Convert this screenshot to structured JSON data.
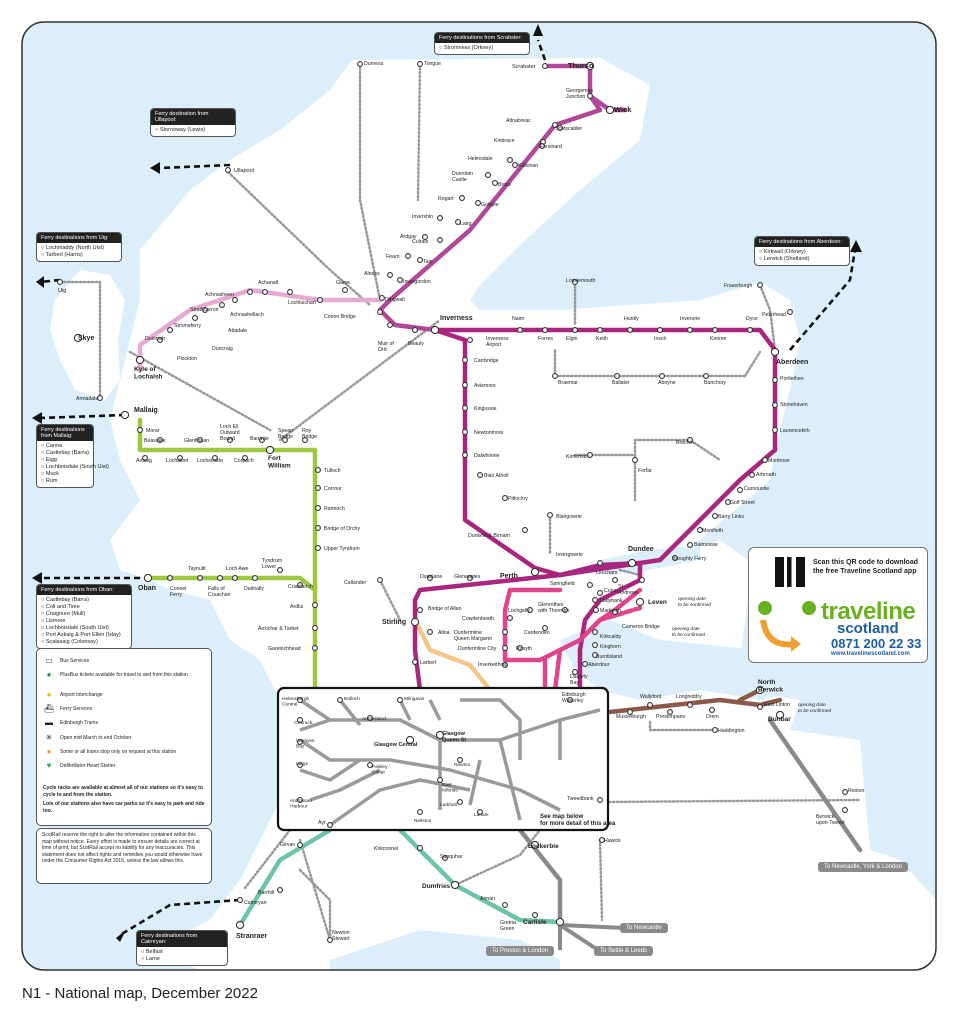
{
  "caption": "N1 - National map, December 2022",
  "colors": {
    "sea": "#dbeefa",
    "land": "#ffffff",
    "far_north": "#b0489a",
    "kyle": "#e6aad2",
    "highland_main": "#a8267e",
    "aberdeen": "#a8267e",
    "west_highland": "#9bc83c",
    "fife": "#e0448c",
    "east_coast": "#8c5a4a",
    "glasgow_sw": "#6cc3a6",
    "cross_border": "#8a8a8a",
    "central": "#f5c58d"
  },
  "stations": {
    "thurso": "Thurso",
    "scrabster": "Scrabster",
    "georgemas": "Georgemas\nJunction",
    "wick": "Wick",
    "altnabreac": "Altnabreac",
    "scotscalder": "Scotscalder",
    "kinbrace": "Kinbrace",
    "forsinard": "Forsinard",
    "kildonan": "Kildonan",
    "helmsdale": "Helmsdale",
    "brora": "Brora",
    "dunrobin": "Dunrobin\nCastle",
    "golspie": "Golspie",
    "rogart": "Rogart",
    "lairg": "Lairg",
    "invershin": "Invershin",
    "culrain": "Culrain",
    "ardgay": "Ardgay",
    "tain": "Tain",
    "fearn": "Fearn",
    "invergordon": "Invergordon",
    "alness": "Alness",
    "dingwall": "Dingwall",
    "conon": "Conon Bridge",
    "muir": "Muir of\nOrd",
    "beauly": "Beauly",
    "inverness": "Inverness",
    "durness": "Durness",
    "tongue": "Tongue",
    "ullapool": "Ullapool",
    "garve": "Garve",
    "lochluichart": "Lochluichart",
    "achanalt": "Achanalt",
    "achnasheen": "Achnasheen",
    "achnashellach": "Achnashellach",
    "strathcarron": "Strathcarron",
    "attadale": "Attadale",
    "stromeferry": "Stromeferry",
    "duncraig": "Duncraig",
    "duirinish": "Duirinish",
    "plockton": "Plockton",
    "kyle": "Kyle of\nLochalsh",
    "uig": "Uig",
    "skye": "Skye",
    "armadale": "Armadale",
    "mallaig": "Mallaig",
    "morar": "Morar",
    "arisaig": "Arisaig",
    "beasdale": "Beasdale",
    "glenfinnan": "Glenfinnan",
    "lochailort": "Lochailort",
    "locheilside": "Locheilside",
    "locheil": "Loch Eil\nOutward\nBound",
    "corpach": "Corpach",
    "banavie": "Banavie",
    "fortwilliam": "Fort\nWilliam",
    "spean": "Spean\nBridge",
    "roy": "Roy\nBridge",
    "tulloch": "Tulloch",
    "corrour": "Corrour",
    "rannoch": "Rannoch",
    "orchy": "Bridge of Orchy",
    "tyndrum_upper": "Upper Tyndrum",
    "oban": "Oban",
    "connel": "Connel\nFerry",
    "taynuilt": "Taynuilt",
    "falls": "Falls of\nCruachan",
    "lochawe": "Loch Awe",
    "dalmally": "Dalmally",
    "tyndrum_lower": "Tyndrum\nLower",
    "crianlarich": "Crianlarich",
    "ardlui": "Ardlui",
    "arrochar": "Arrochar & Tarbet",
    "garelochhead": "Garelochhead",
    "nairn": "Nairn",
    "forres": "Forres",
    "elgin": "Elgin",
    "keith": "Keith",
    "huntly": "Huntly",
    "insch": "Insch",
    "inverurie": "Inverurie",
    "kintore": "Kintore",
    "dyce": "Dyce",
    "aberdeen": "Aberdeen",
    "lossiemouth": "Lossiemouth",
    "fraserburgh": "Fraserburgh",
    "peterhead": "Peterhead",
    "inverness_airport": "Inverness\nAirport",
    "braemar": "Braemar",
    "ballater": "Ballater",
    "aboyne": "Aboyne",
    "banchory": "Banchory",
    "carrbridge": "Carrbridge",
    "aviemore": "Aviemore",
    "kingussie": "Kingussie",
    "newtonmore": "Newtonmore",
    "dalwhinnie": "Dalwhinnie",
    "blairatholl": "Blair Atholl",
    "pitlochry": "Pitlochry",
    "dunkeld": "Dunkeld & Birnam",
    "perth": "Perth",
    "portlethen": "Portlethen",
    "stonehaven": "Stonehaven",
    "laurencekirk": "Laurencekirk",
    "montrose": "Montrose",
    "arbroath": "Arbroath",
    "carnoustie": "Carnoustie",
    "golfstreet": "Golf Street",
    "barrylinks": "Barry Links",
    "monifieth": "Monifieth",
    "balmossie": "Balmossie",
    "broughty": "Broughty Ferry",
    "dundee": "Dundee",
    "kirriemuir": "Kirriemuir",
    "forfar": "Forfar",
    "brechin": "Brechin",
    "blairgowrie": "Blairgowrie",
    "invergowrie": "Invergowrie",
    "leuchars": "Leuchars",
    "standrews": "St\nAndrews",
    "cupar": "Cupar",
    "springfield": "Springfield",
    "ladybank": "Ladybank",
    "markinch": "Markinch",
    "leven": "Leven",
    "leven_note": "opening date\nto be confirmed",
    "cameronbridge": "Cameron Bridge",
    "cameron_note": "opening date\nto be confirmed",
    "glenrothes": "Glenrothes\nwith Thornton",
    "kirkcaldy": "Kirkcaldy",
    "kinghorn": "Kinghorn",
    "burntisland": "Burntisland",
    "aberdour": "Aberdour",
    "dalgety": "Dalgety\nBay",
    "lochgelly": "Lochgelly",
    "cowdenbeath": "Cowdenbeath",
    "cardenden": "Cardenden",
    "dunfermlineqm": "Dunfermline\nQueen Margaret",
    "dunfermlinecity": "Dunfermline City",
    "rosyth": "Rosyth",
    "inverkeithing": "Inverkeithing",
    "dunblane": "Dunblane",
    "gleneagles": "Gleneagles",
    "bridgeofallan": "Bridge of Allan",
    "stirling": "Stirling",
    "alloa": "Alloa",
    "larbert": "Larbert",
    "callander": "Callander",
    "edinburgh": "Edinburgh\nWaverley",
    "northberwick": "North\nBerwick",
    "dunbar": "Dunbar",
    "eastlinton": "East Linton",
    "eastlinton_note": "opening date\nto be confirmed",
    "wallyford": "Wallyford",
    "longniddry": "Longniddry",
    "musselburgh": "Musselburgh",
    "prestonpans": "Prestonpans",
    "drem": "Drem",
    "haddington": "Haddington",
    "reston": "Reston",
    "berwick": "Berwick-\nupon-Tweed",
    "tweedbank": "Tweedbank",
    "hawick": "Hawick",
    "lockerbie": "Lockerbie",
    "carlisle": "Carlisle",
    "gretna": "Gretna\nGreen",
    "annan": "Annan",
    "dumfries": "Dumfries",
    "sanquhar": "Sanquhar",
    "kirkconnel": "Kirkconnel",
    "stranraer": "Stranraer",
    "cairnryan": "Cairnryan",
    "barrhill": "Barrhill",
    "girvan": "Girvan",
    "ayr": "Ayr",
    "newtonstewart": "Newton\nStewart",
    "helensburgh": "Helensburgh\nCentral",
    "balloch": "Balloch",
    "milngavie": "Milngavie",
    "gourock": "Gourock",
    "wemyssbay": "Wemyss\nBay",
    "largs": "Largs",
    "ardrossan": "Ardrossan\nHarbour",
    "anniesland": "Anniesland",
    "glasgowcentral": "Glasgow Central",
    "glasgowqs": "Glasgow\nQueen St",
    "paisley": "Paisley\nCanal",
    "eastkilbride": "East\nKilbride",
    "neilston": "Neilston",
    "larkhall": "Larkhall",
    "lanark": "Lanark",
    "newton": "Newton"
  },
  "ferry_boxes": {
    "scrabster": {
      "title": "Ferry destinations from Scrabster:",
      "items": [
        "Stromness (Orkney)"
      ]
    },
    "ullapool": {
      "title": "Ferry destination from Ullapool:",
      "items": [
        "Stornoway (Lewis)"
      ]
    },
    "uig": {
      "title": "Ferry destinations from Uig:",
      "items": [
        "Lochmaddy (North Uist)",
        "Tarbert (Harris)"
      ]
    },
    "aberdeen": {
      "title": "Ferry destinations from Aberdeen:",
      "items": [
        "Kirkwall (Orkney)",
        "Lerwick (Shetland)"
      ]
    },
    "mallaig": {
      "title": "Ferry destinations from Mallaig:",
      "items": [
        "Canna",
        "Castlebay (Barra)",
        "Eigg",
        "Lochboisdale (South Uist)",
        "Muck",
        "Rum"
      ]
    },
    "oban": {
      "title": "Ferry destinations from Oban:",
      "items": [
        "Castlebay (Barra)",
        "Coll and Tiree",
        "Craignure (Mull)",
        "Lismore",
        "Lochboisdale (South Uist)",
        "Port Askaig & Port Ellen (Islay)",
        "Scalasaig (Colonsay)"
      ]
    },
    "cairnryan": {
      "title": "Ferry destinations from Cairnryan:",
      "items": [
        "Belfast",
        "Larne"
      ]
    }
  },
  "key": {
    "bus": "Bus Services",
    "plusbus": "PlusBus tickets available for travel to and from this station",
    "airport": "Airport Interchange",
    "ferry": "Ferry Services",
    "trams": "Edinburgh Trams",
    "seasonal": "Open mid March to end October",
    "request": "Some or all trains stop only on request at this station",
    "defib": "Defibrillator Heart Starter",
    "note1": "Cycle racks are available at almost all of our stations so it's easy to cycle to and from the station.",
    "note2": "Lots of our stations also have car parks so it's easy to park and ride too."
  },
  "disclaimer": "ScotRail reserve the right to alter the information contained within this map without notice. Every effort is made to ensure details are correct at time of print, but ScotRail accept no liability for any inaccuracies. This statement does not affect rights and remedies you would otherwise have under the Consumer Rights Act 2015, unless the law allows this.",
  "traveline": {
    "qr_text": "Scan this QR code to download the free Traveline Scotland app",
    "brand": "traveline",
    "brand2": "scotland",
    "phone": "0871 200 22 33",
    "web": "www.travelinescotland.com"
  },
  "inset_note": "See map below\nfor more detail of this area",
  "destinations": {
    "newcastle_york": "To Newcastle, York & London",
    "newcastle": "To Newcastle",
    "preston": "To Preston & London",
    "settle": "To Settle & Leeds"
  }
}
